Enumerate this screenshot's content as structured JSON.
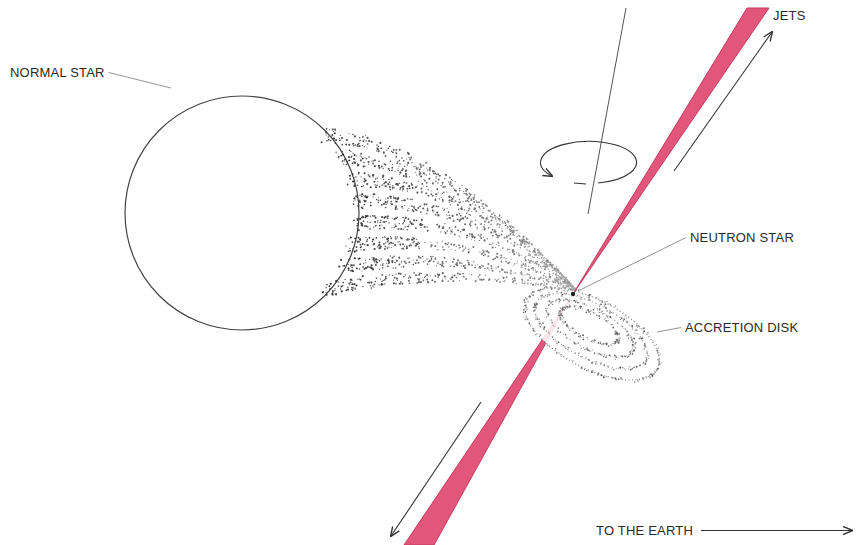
{
  "diagram": {
    "labels": [
      "NORMAL STAR",
      "JETS",
      "NEUTRON STAR",
      "ACCRETION DISK",
      "TO THE EARTH"
    ]
  }
}
